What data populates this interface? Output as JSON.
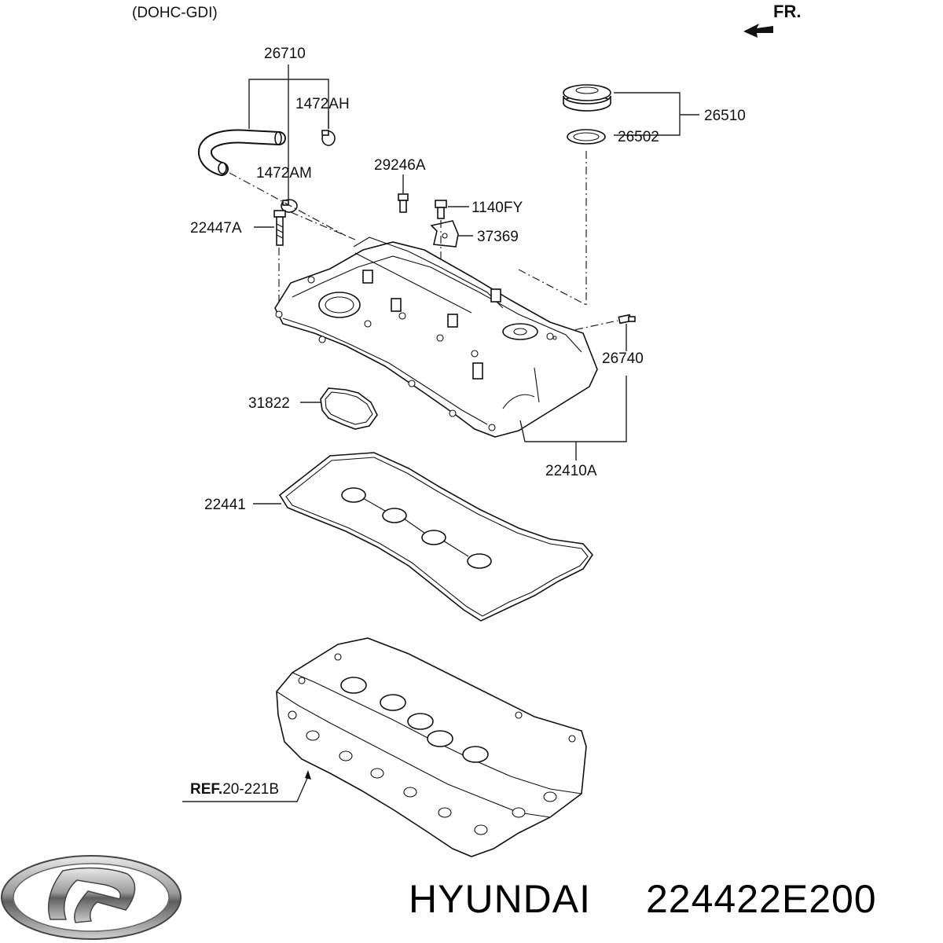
{
  "diagram": {
    "engine_variant": "(DOHC-GDI)",
    "front_direction": "FR.",
    "labels": {
      "p26710": "26710",
      "p1472AH": "1472AH",
      "p1472AM": "1472AM",
      "p22447A": "22447A",
      "p29246A": "29246A",
      "p1140FY": "1140FY",
      "p37369": "37369",
      "p26510": "26510",
      "p26502": "26502",
      "p26740": "26740",
      "p31822": "31822",
      "p22410A": "22410A",
      "p22441": "22441"
    },
    "reference": {
      "prefix": "REF.",
      "code": "20-221B"
    }
  },
  "footer": {
    "brand": "HYUNDAI",
    "part_number": "224422E200",
    "logo": "hyundai-logo"
  }
}
